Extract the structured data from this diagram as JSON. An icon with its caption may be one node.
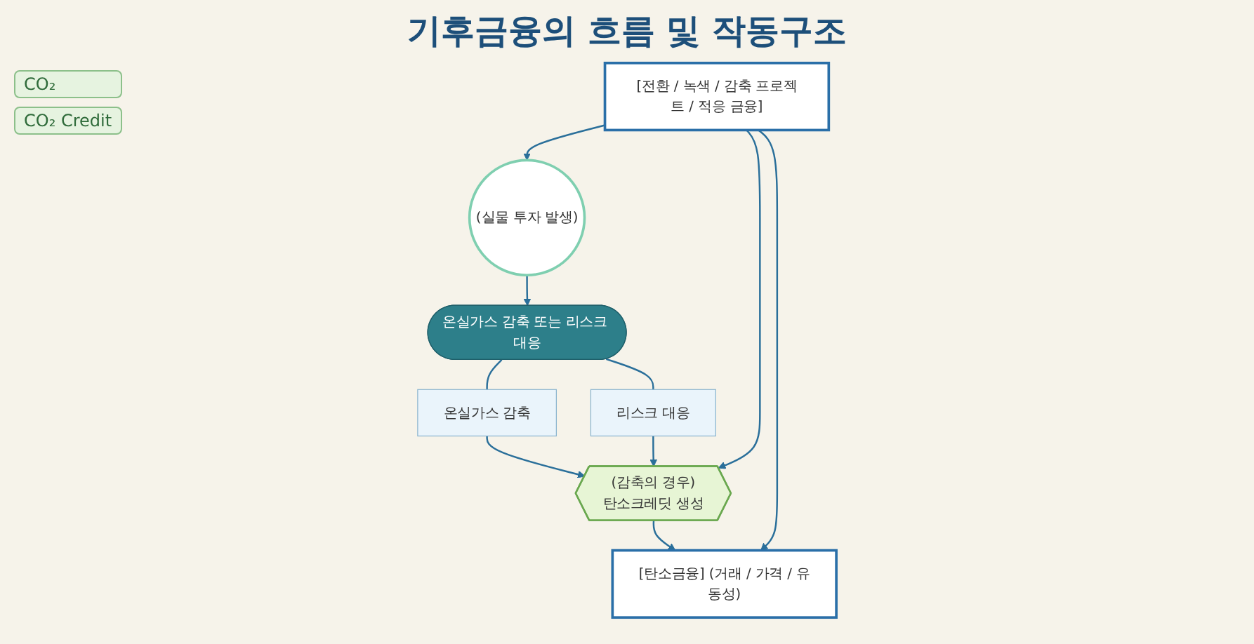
{
  "diagram": {
    "title": "기후금융의 흐름 및 작동구조",
    "nodes": [
      {
        "text": [
          "[전환 / 녹색 / 감축 프로젝트 / 적응 금융]"
        ]
      },
      {
        "text": [
          "(실물 투자 발생)"
        ]
      },
      {
        "text": [
          "온실가스 감축 또는 리스크 대응"
        ]
      },
      {
        "text": [
          "온실가스 감축"
        ]
      },
      {
        "text": [
          "리스크 대응"
        ]
      },
      {
        "text": [
          "(감축의 경우)",
          "탄소크레딧 생성"
        ]
      },
      {
        "text": [
          "[탄소금융] (거래 / 가격 / 유동성)"
        ]
      }
    ],
    "edges": [
      {
        "from": 0,
        "to": 1,
        "arrow": "to"
      },
      {
        "from": 1,
        "to": 2,
        "arrow": "to"
      },
      {
        "from": 2,
        "to": 3,
        "arrow": "none"
      },
      {
        "from": 2,
        "to": 4,
        "arrow": "none"
      },
      {
        "from": 3,
        "to": 5,
        "arrow": "to"
      },
      {
        "from": 4,
        "to": 5,
        "arrow": "to"
      },
      {
        "from": 5,
        "to": 6,
        "arrow": "to"
      },
      {
        "from": 0,
        "to": 6,
        "arrow": "to"
      },
      {
        "from": 0,
        "to": 5,
        "arrow": "to"
      }
    ],
    "labels": [
      "CO₂",
      "CO₂ Credit"
    ]
  }
}
